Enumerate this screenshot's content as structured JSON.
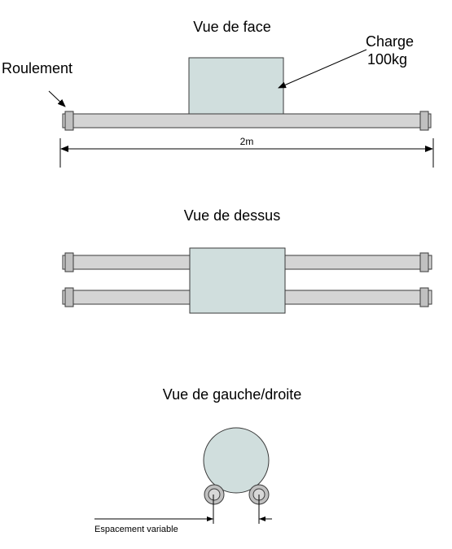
{
  "views": {
    "front": {
      "title": "Vue de face"
    },
    "top": {
      "title": "Vue de dessus"
    },
    "side": {
      "title": "Vue de gauche/droite"
    }
  },
  "annotations": {
    "charge_line1": "Charge",
    "charge_line2": "100kg",
    "bearing": "Roulement",
    "length": "2m",
    "spacing": "Espacement variable"
  },
  "colors": {
    "load_fill": "#d0dedd",
    "rail_fill": "#d4d4d4",
    "bearing_fill": "#c0c0c0",
    "wheel_fill": "#c0c0c0",
    "stroke": "#3a3a3a"
  }
}
